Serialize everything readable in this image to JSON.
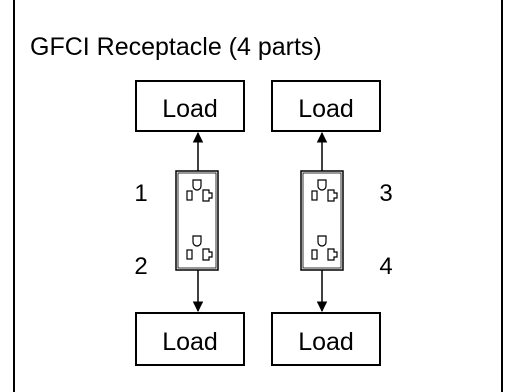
{
  "title": "GFCI Receptacle (4 parts)",
  "loads": {
    "top_left": "Load",
    "top_right": "Load",
    "bottom_left": "Load",
    "bottom_right": "Load"
  },
  "parts": {
    "p1": "1",
    "p2": "2",
    "p3": "3",
    "p4": "4"
  },
  "colors": {
    "line": "#000000",
    "background": "#ffffff"
  }
}
